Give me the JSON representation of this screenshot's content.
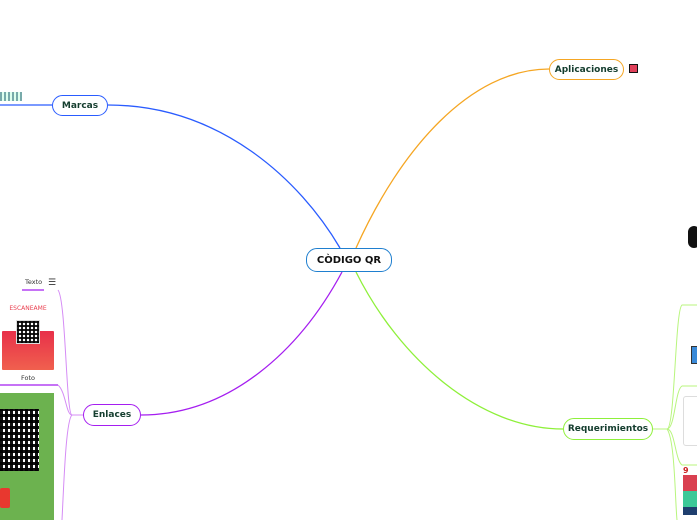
{
  "central": {
    "label": "CÒDIGO QR",
    "color": "#1f7fcf"
  },
  "branches": {
    "marcas": {
      "label": "Marcas",
      "color": "#2a5cff"
    },
    "aplicaciones": {
      "label": "Aplicaciones",
      "color": "#f5a623"
    },
    "enlaces": {
      "label": "Enlaces",
      "color": "#a51ef0"
    },
    "requerimientos": {
      "label": "Requerimientos",
      "color": "#8ef03a"
    }
  },
  "enlaces_children": {
    "texto": "Texto",
    "foto": "Foto",
    "poster_title": "ESCANEAME"
  },
  "icons": {
    "notes": "menu-icon",
    "stop": "stop-icon"
  }
}
